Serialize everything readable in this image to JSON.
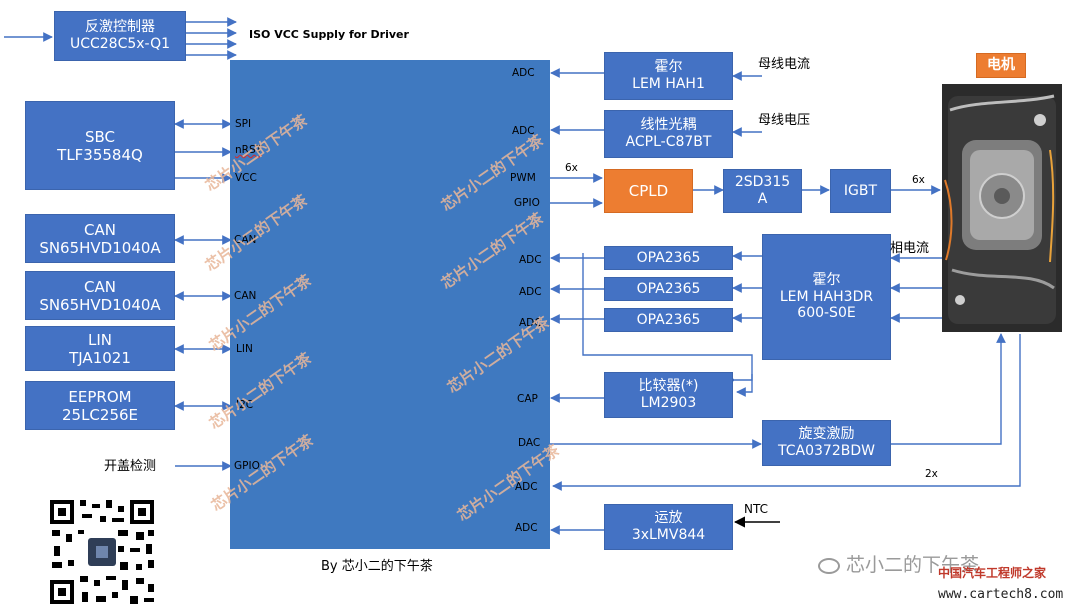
{
  "flyback": {
    "line1": "反激控制器",
    "line2": "UCC28C5x-Q1"
  },
  "iso_supply": "ISO VCC Supply for Driver",
  "sbc": {
    "line1": "SBC",
    "line2": "TLF35584Q"
  },
  "can1": {
    "line1": "CAN",
    "line2": "SN65HVD1040A"
  },
  "can2": {
    "line1": "CAN",
    "line2": "SN65HVD1040A"
  },
  "lin": {
    "line1": "LIN",
    "line2": "TJA1021"
  },
  "eeprom": {
    "line1": "EEPROM",
    "line2": "25LC256E"
  },
  "cover_detect": "开盖检测",
  "mcu_pins_left": {
    "spi": "SPI",
    "nrst": "nRST",
    "vcc": "VCC",
    "can1": "CAN",
    "can2": "CAN",
    "lin": "LIN",
    "i2c": "I2C",
    "gpio": "GPIO"
  },
  "mcu_pins_right": {
    "adc1": "ADC",
    "adc2": "ADC",
    "pwm": "PWM",
    "gpio": "GPIO",
    "adc3": "ADC",
    "adc4": "ADC",
    "adc5": "ADC",
    "cap": "CAP",
    "dac": "DAC",
    "adc6": "ADC",
    "adc7": "ADC"
  },
  "hall_bus": {
    "line1": "霍尔",
    "line2": "LEM HAH1"
  },
  "bus_current": "母线电流",
  "optocoupler": {
    "line1": "线性光耦",
    "line2": "ACPL-C87BT"
  },
  "bus_voltage": "母线电压",
  "cpld": "CPLD",
  "driver": {
    "line1": "2SD315",
    "line2": "A"
  },
  "igbt": "IGBT",
  "pwm_count": "6x",
  "igbt_count": "6x",
  "opa": [
    "OPA2365",
    "OPA2365",
    "OPA2365"
  ],
  "hall_phase": {
    "line1": "霍尔",
    "line2": "LEM HAH3DR",
    "line3": "600-S0E"
  },
  "phase_current": "相电流",
  "comparator": {
    "line1": "比较器(*)",
    "line2": "LM2903"
  },
  "resolver": {
    "line1": "旋变激励",
    "line2": "TCA0372BDW"
  },
  "resolver_count": "2x",
  "opamp_ntc": {
    "line1": "运放",
    "line2": "3xLMV844"
  },
  "ntc": "NTC",
  "motor_label": "电机",
  "byline": "By 芯小二的下午茶",
  "watermark": "芯片小二的下午茶",
  "wechat_logo": "芯小二的下午茶",
  "site_name": "中国汽车工程师之家",
  "site_url": "www.cartech8.com",
  "colors": {
    "block": "#4472c4",
    "accent": "#ed7d31",
    "mcu": "#3f79c0"
  }
}
